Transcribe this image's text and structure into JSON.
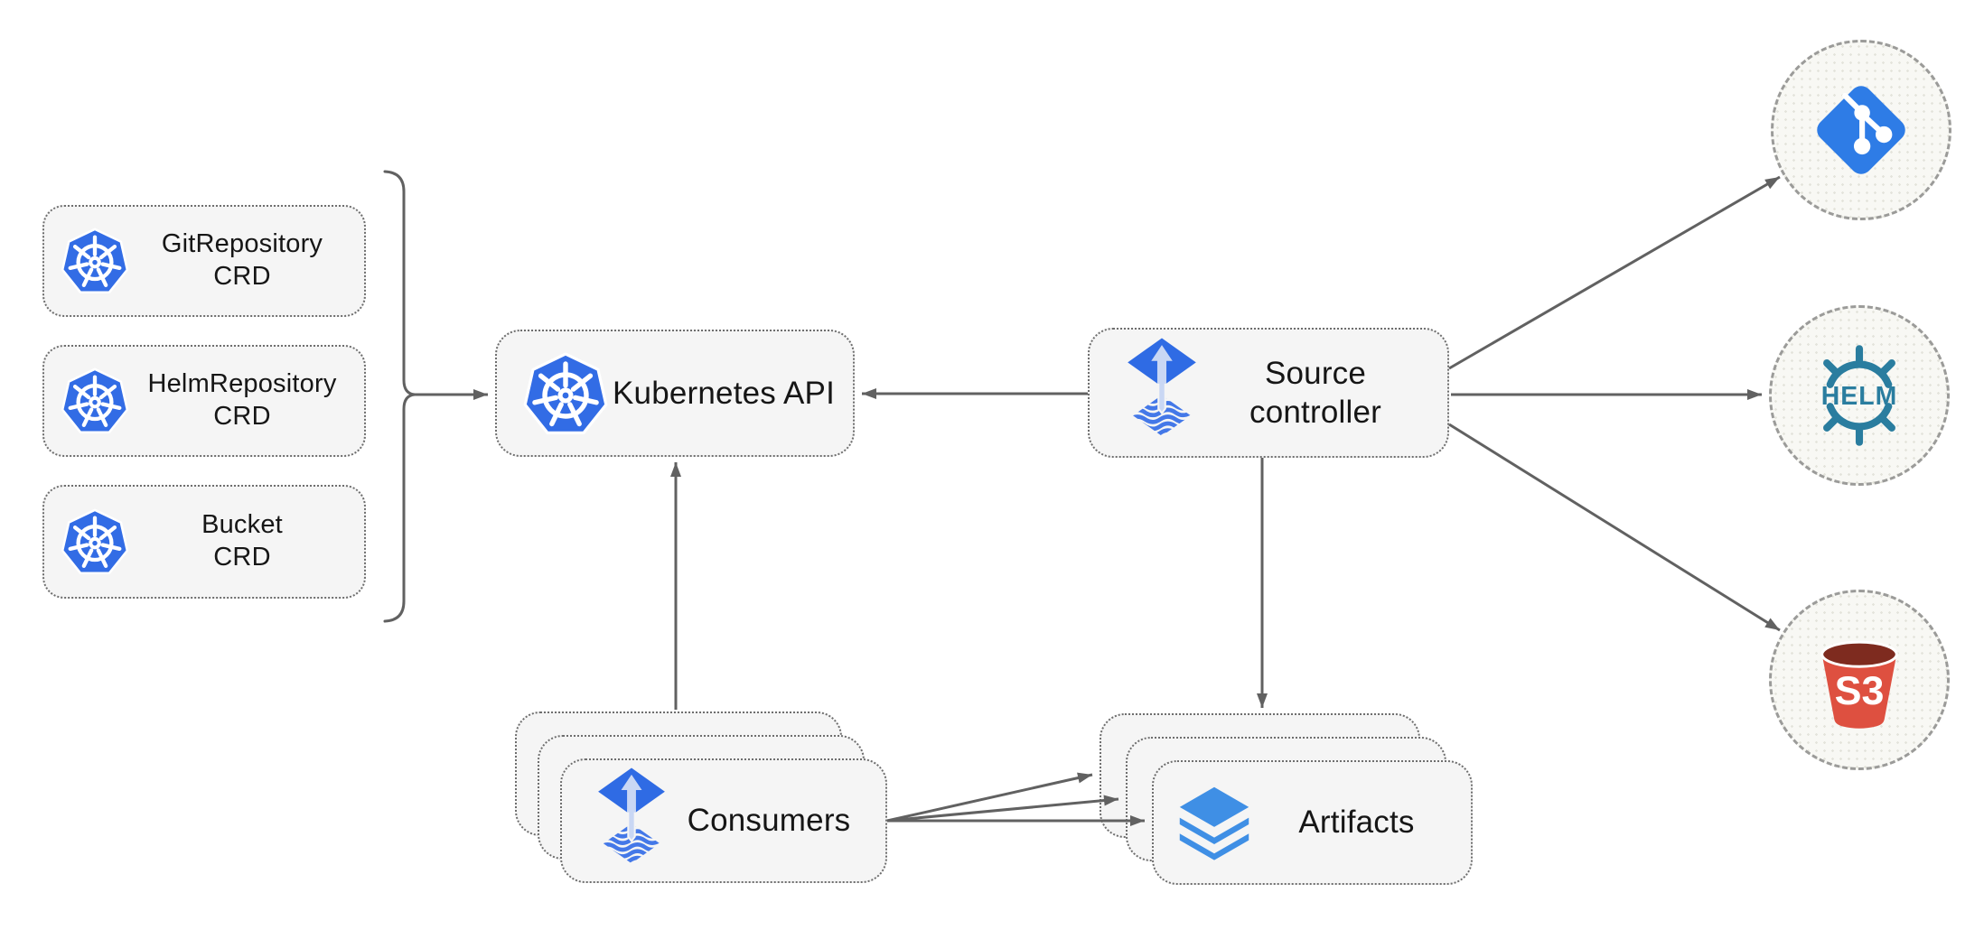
{
  "colors": {
    "box_fill": "#F5F5F5",
    "box_border": "#6E6E6E",
    "circle_fill": "#F8F8F4",
    "circle_border": "#9B9B99",
    "arrow_gray": "#616161",
    "text_dark": "#161616",
    "k8s_blue": "#326CE5",
    "flux_blue": "#2F6BE4",
    "flux_light": "#C9D7F4",
    "flux_wave_blue": "#4478E8",
    "git_blue": "#2E7CE6",
    "helm_teal": "#2A7D9F",
    "s3_red": "#DE5040",
    "s3_dark": "#7E2B1F",
    "layers_blue": "#3F8FE5"
  },
  "nodes": {
    "git_repository_crd": {
      "label": "GitRepository\nCRD",
      "icon": "kubernetes-icon"
    },
    "helm_repository_crd": {
      "label": "HelmRepository\nCRD",
      "icon": "kubernetes-icon"
    },
    "bucket_crd": {
      "label": "Bucket\nCRD",
      "icon": "kubernetes-icon"
    },
    "kubernetes_api": {
      "label": "Kubernetes API",
      "icon": "kubernetes-icon"
    },
    "source_controller": {
      "label": "Source\ncontroller",
      "icon": "flux-icon"
    },
    "consumers": {
      "label": "Consumers",
      "icon": "flux-icon",
      "stack_count": 3
    },
    "artifacts": {
      "label": "Artifacts",
      "icon": "layers-icon",
      "stack_count": 3
    },
    "git_remote": {
      "icon": "git-icon"
    },
    "helm_remote": {
      "icon": "helm-icon",
      "label": "HELM"
    },
    "s3_remote": {
      "icon": "s3-icon",
      "label": "S3"
    }
  },
  "edges": [
    {
      "from": "crd_bracket",
      "to": "kubernetes_api"
    },
    {
      "from": "source_controller",
      "to": "kubernetes_api"
    },
    {
      "from": "consumers",
      "to": "kubernetes_api"
    },
    {
      "from": "source_controller",
      "to": "artifacts"
    },
    {
      "from": "source_controller",
      "to": "git_remote"
    },
    {
      "from": "source_controller",
      "to": "helm_remote"
    },
    {
      "from": "source_controller",
      "to": "s3_remote"
    },
    {
      "from": "consumers",
      "to": "artifacts"
    },
    {
      "from": "consumers",
      "to": "artifacts"
    },
    {
      "from": "consumers",
      "to": "artifacts"
    }
  ]
}
